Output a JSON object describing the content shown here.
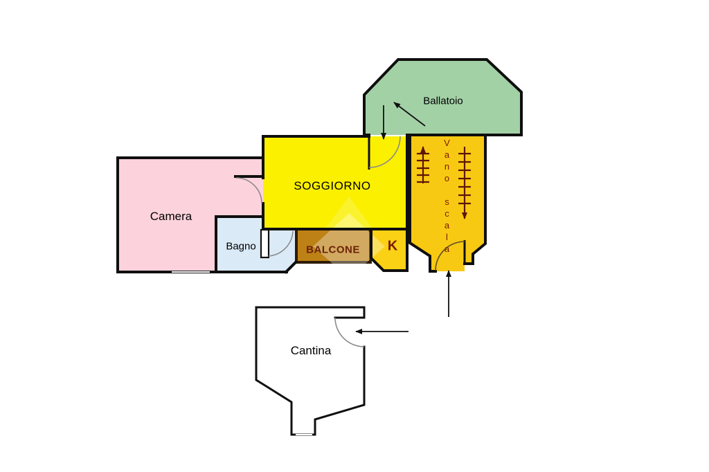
{
  "plan": {
    "rooms": {
      "ballatoio": {
        "label": "Ballatoio"
      },
      "soggiorno": {
        "label": "SOGGIORNO"
      },
      "camera": {
        "label": "Camera"
      },
      "bagno": {
        "label": "Bagno"
      },
      "balcone": {
        "label": "BALCONE"
      },
      "kitchen": {
        "label": "K"
      },
      "vano_scala": {
        "label": "Vano scala"
      },
      "cantina": {
        "label": "Cantina"
      }
    },
    "colors": {
      "camera": "#fcd2dc",
      "bagno": "#dbeaf7",
      "soggiorno": "#fbf000",
      "ballatoio": "#a3d1a6",
      "vano_scala": "#f8c913",
      "kitchen": "#fbd115",
      "balcone": "#bd8116",
      "cantina": "#ffffff",
      "wall": "#0f0f0f",
      "stair_ink": "#5e1605",
      "accent_label_ink": "#7a1808"
    }
  }
}
